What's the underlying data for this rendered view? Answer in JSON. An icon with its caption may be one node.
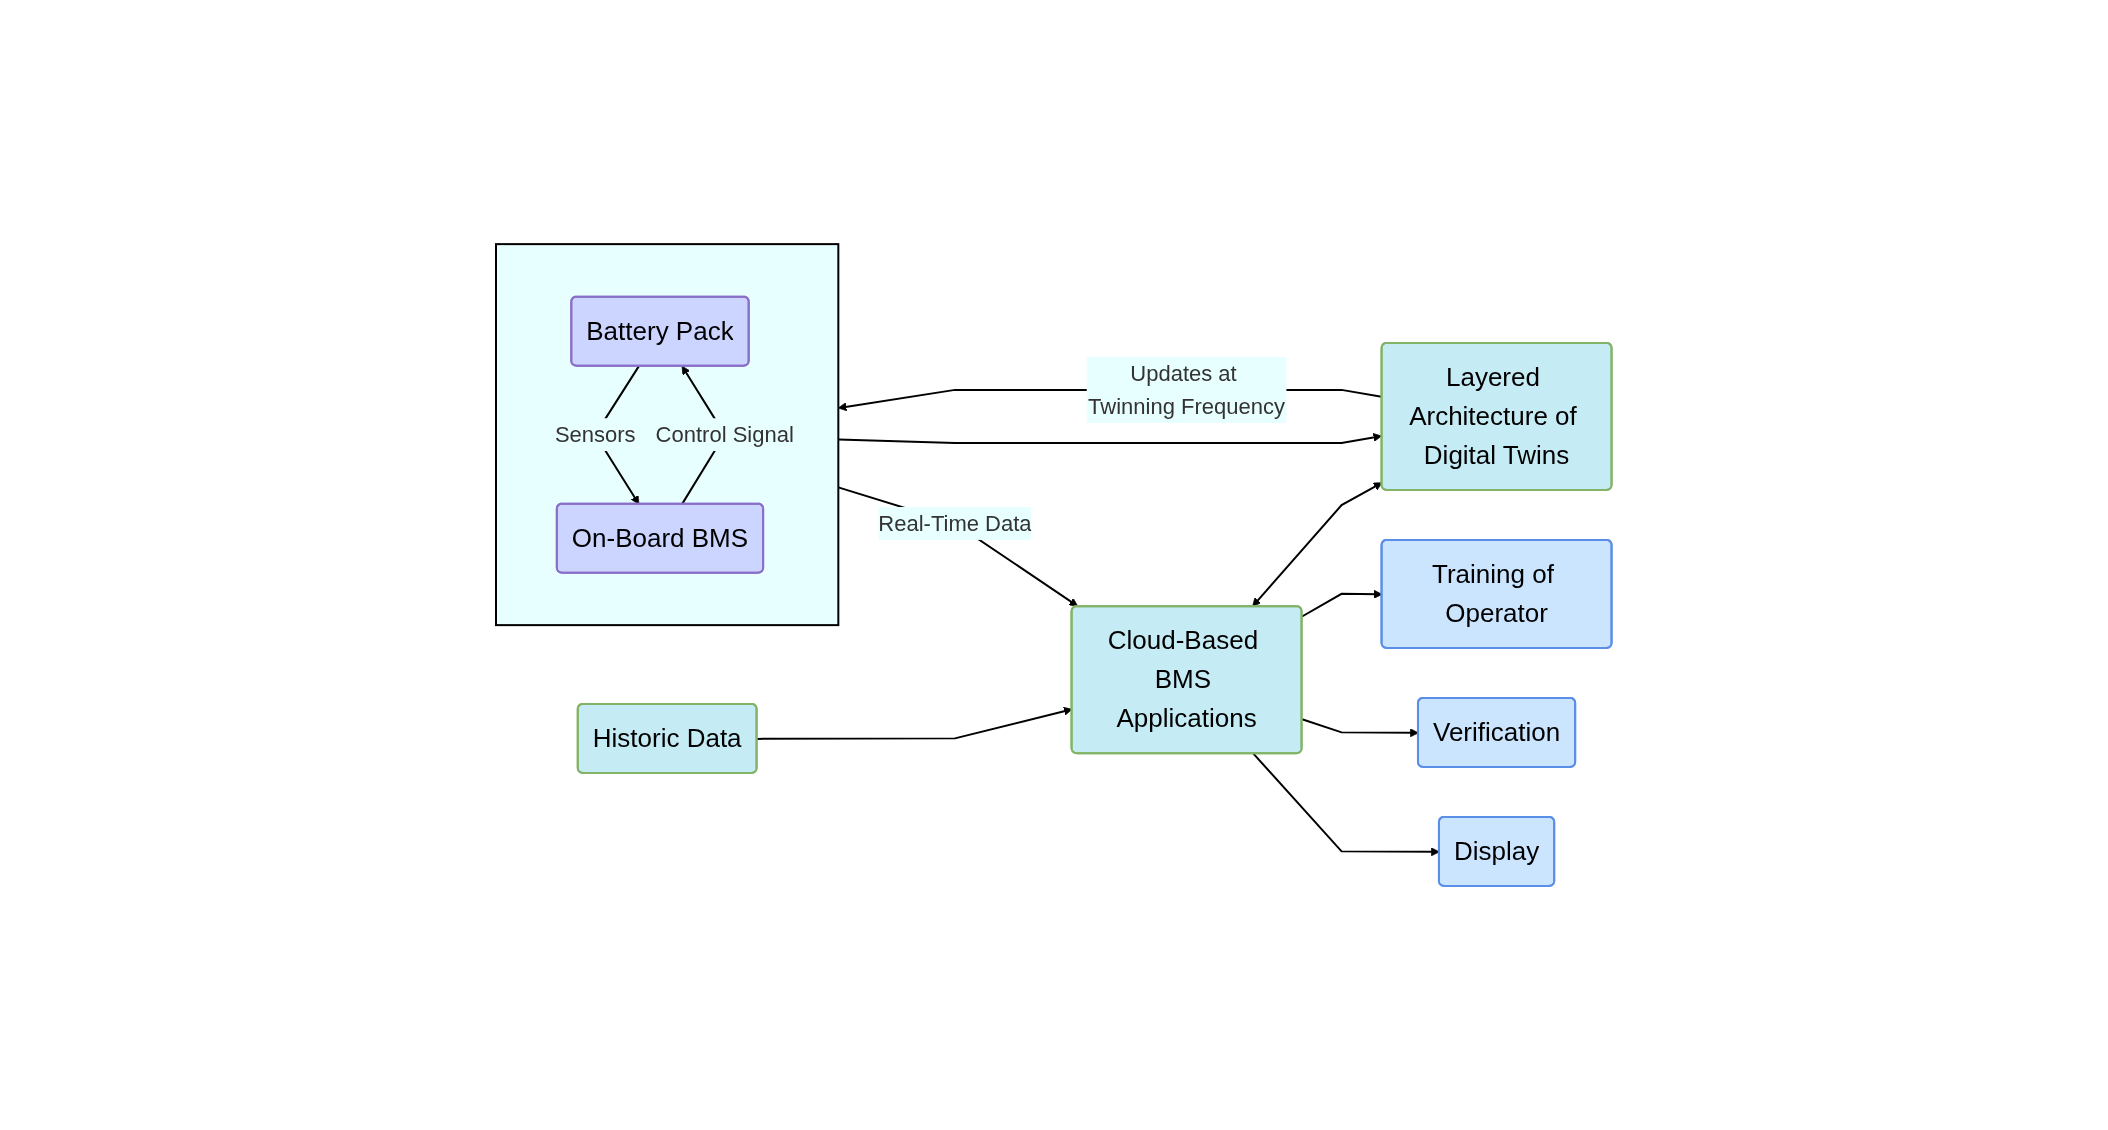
{
  "diagram": {
    "nodes": [
      {
        "text": [],
        "shape": "box"
      },
      {
        "text": [
          "Battery Pack"
        ],
        "in": 0
      },
      {
        "text": [
          "On-Board BMS"
        ],
        "in": 0
      },
      {
        "text": [
          "Historic Data"
        ]
      },
      {
        "text": [
          "Cloud-Based BMS Applications"
        ]
      },
      {
        "text": [
          "Layered Architecture of Digital Twins"
        ]
      },
      {
        "text": [
          "Training of Operator"
        ]
      },
      {
        "text": [
          "Verification"
        ]
      },
      {
        "text": [
          "Display"
        ]
      }
    ],
    "edges": [
      {
        "from": 1,
        "to": 2,
        "arrow": "to",
        "label": "Sensors"
      },
      {
        "from": 2,
        "to": 1,
        "arrow": "to",
        "label": "Control Signal"
      },
      {
        "from": 0,
        "to": 4,
        "arrow": "to",
        "label": "Real-Time Data"
      },
      {
        "from": 0,
        "to": 5,
        "arrow": "to"
      },
      {
        "from": 3,
        "to": 4,
        "arrow": "to"
      },
      {
        "from": 4,
        "to": 5,
        "arrow": "both"
      },
      {
        "from": 4,
        "to": 6,
        "arrow": "to"
      },
      {
        "from": 4,
        "to": 7,
        "arrow": "to"
      },
      {
        "from": 4,
        "to": 8,
        "arrow": "to"
      },
      {
        "from": 5,
        "to": 0,
        "arrow": "to",
        "label": "Updates at Twinning Frequency"
      }
    ]
  }
}
